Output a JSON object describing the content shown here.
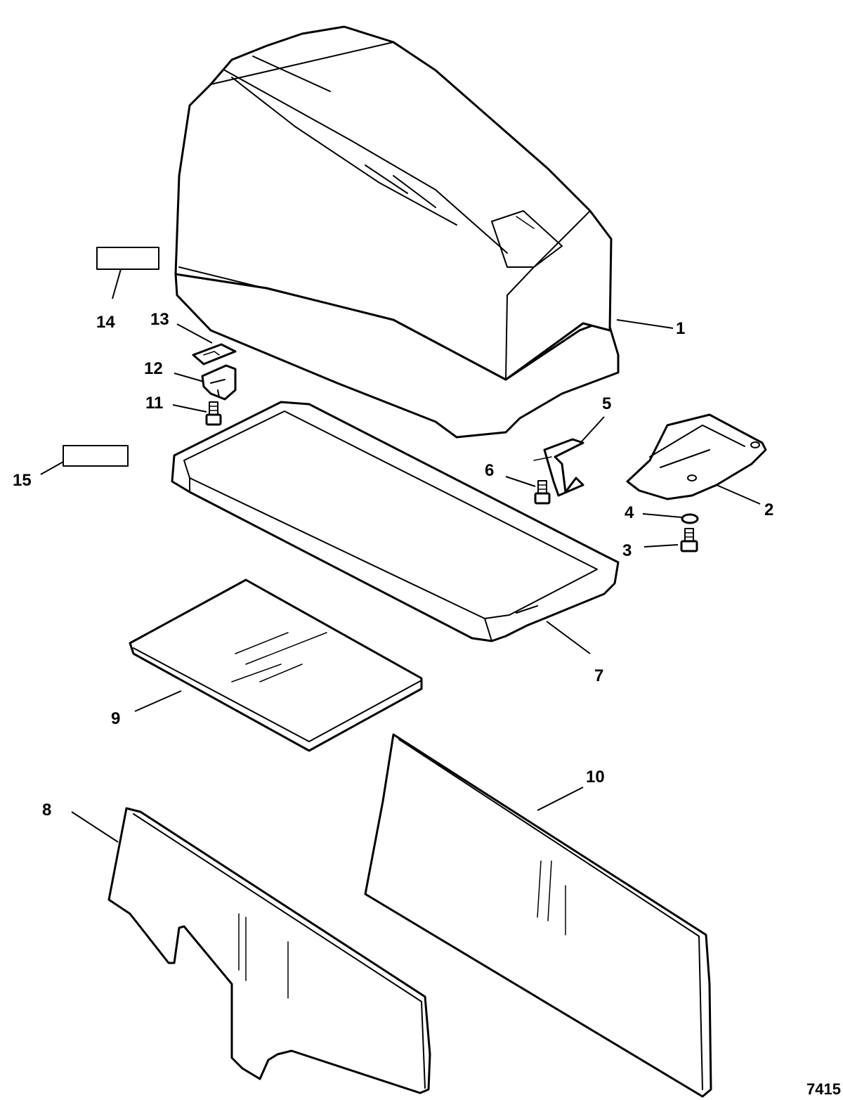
{
  "figure_number": "7415",
  "callouts": [
    {
      "id": "1",
      "label": "1"
    },
    {
      "id": "2",
      "label": "2"
    },
    {
      "id": "3",
      "label": "3"
    },
    {
      "id": "4",
      "label": "4"
    },
    {
      "id": "5",
      "label": "5"
    },
    {
      "id": "6",
      "label": "6"
    },
    {
      "id": "7",
      "label": "7"
    },
    {
      "id": "8",
      "label": "8"
    },
    {
      "id": "9",
      "label": "9"
    },
    {
      "id": "10",
      "label": "10"
    },
    {
      "id": "11",
      "label": "11"
    },
    {
      "id": "12",
      "label": "12"
    },
    {
      "id": "13",
      "label": "13"
    },
    {
      "id": "14",
      "label": "14"
    },
    {
      "id": "15",
      "label": "15"
    }
  ]
}
